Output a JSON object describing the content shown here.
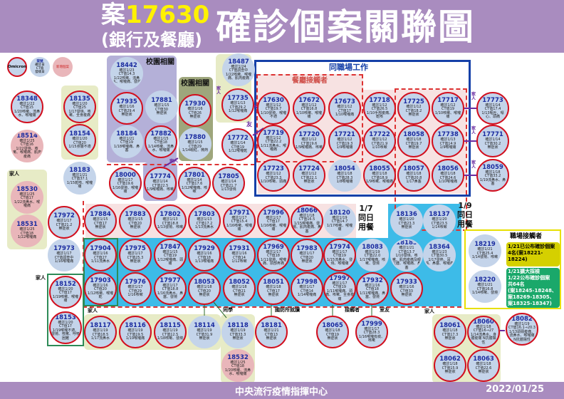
{
  "header": {
    "case_prefix": "案",
    "case_number": "17630",
    "subtitle": "(銀行及餐廳)",
    "title": "確診個案關聯圖"
  },
  "footer": {
    "org": "中央流行疫情指揮中心",
    "date": "2022/01/25"
  },
  "legend": {
    "omicron": "Omicron",
    "case_label": "案號",
    "case_lines": [
      "確診日",
      "CT值",
      "發病日"
    ],
    "new_case": "新增個案"
  },
  "groups": {
    "campus1": "校園相關",
    "campus2": "校園相關",
    "workplace": "同職場工作",
    "restaurant": "餐廳接觸者",
    "meal_1_7": "1/7同日用餐",
    "meal_1_9": "1/9同日用餐",
    "workplace_contacts": "職場接觸者"
  },
  "relations": {
    "family": "家人",
    "friend": "友",
    "classmate": "同學",
    "defense": "國防所就讀",
    "contact": "接觸者",
    "roommate": "室友"
  },
  "workplace_box": {
    "announced": "1/21已公布確診個案4名(案18221-18224)",
    "expanded": [
      "1/21擴大採檢",
      "1/22公布確診個案",
      "共64名",
      "(案18245-18248、",
      "案18269-18305、",
      "案18325-18347)"
    ]
  },
  "colors": {
    "header": "#a98cbf",
    "omicron_border": "#d20f1e",
    "case_bg": "#c4d4ea",
    "new_case_bg": "#e9b6ba",
    "same_meal": "#3dbbe8",
    "workplace_border": "#1540a8"
  },
  "cases": [
    {
      "id": "18348",
      "c": "確診1/22",
      "ct": "CT值15",
      "s": "1/20咳嗽、流鼻水、喉嚨痛",
      "t": "red"
    },
    {
      "id": "18514",
      "c": "確診1/25",
      "ct": "CT值16",
      "s": "1/22發燒、咳嗽、喉嚨痛、肌肉痠痛",
      "t": "pink"
    },
    {
      "id": "18530",
      "c": "確診1/25",
      "ct": "CT值17",
      "s": "1/22流鼻水、喉嚨痛",
      "t": "pink"
    },
    {
      "id": "18531",
      "c": "確診1/25",
      "ct": "CT值18",
      "s": "1/22喉嚨痛",
      "t": "pink"
    },
    {
      "id": "18135",
      "c": "確診1/20",
      "ct": "CT值25",
      "s": "1/17發燒、咳嗽、全身痠痛",
      "t": "red"
    },
    {
      "id": "18154",
      "c": "確診1/20",
      "ct": "CT值20",
      "s": "1/15身體不適",
      "t": "red"
    },
    {
      "id": "18183",
      "c": "確診1/21",
      "ct": "CT值37.1",
      "s": "1/15乾咳、喉嚨痛",
      "t": "blue"
    },
    {
      "id": "18442",
      "c": "確診1/23",
      "ct": "CT值14.3",
      "s": "1/22咳嗽、流鼻水、喉嚨痛、發燒",
      "t": "blue"
    },
    {
      "id": "17935",
      "c": "確診1/16",
      "ct": "CT值29.4",
      "s": "無症狀",
      "t": "red"
    },
    {
      "id": "17881",
      "c": "確診1/15",
      "ct": "CT值30",
      "s": "無症狀",
      "t": "blue"
    },
    {
      "id": "18184",
      "c": "確診1/21",
      "ct": "CT值19",
      "s": "1/18喉嚨痛、鼻塞",
      "t": "blue"
    },
    {
      "id": "17882",
      "c": "確診1/15",
      "ct": "CT值18",
      "s": "1/14咳嗽、流鼻水、喉嚨痛",
      "t": "red"
    },
    {
      "id": "17930",
      "c": "確診1/16",
      "ct": "CT值26",
      "s": "無症狀",
      "t": "red"
    },
    {
      "id": "17880",
      "c": "確診1/15",
      "ct": "CT值29",
      "s": "1/14眼紅、微熱",
      "t": "blue"
    },
    {
      "id": "18487",
      "c": "確診1/24",
      "ct": "CT值調查中",
      "s": "1/22咳嗽、喉嚨痛、肌肉痠痛",
      "t": "blue"
    },
    {
      "id": "17735",
      "c": "確診1/13",
      "ct": "CT值29.2",
      "s": "1/12喉嚨痛",
      "t": "red"
    },
    {
      "id": "17772",
      "c": "確診1/14",
      "ct": "CT值19",
      "s": "1/12喉嚨乾",
      "t": "red"
    },
    {
      "id": "18000",
      "c": "確診1/17",
      "ct": "CT值19.6",
      "s": "1/16發燒、喉嚨痛",
      "t": "red"
    },
    {
      "id": "17774",
      "c": "確診1/14",
      "ct": "CT值22.5",
      "s": "1/9喉嚨痛、咳嗽",
      "t": "red"
    },
    {
      "id": "17801",
      "c": "確診1/14",
      "ct": "CT值17.6",
      "s": "1/12喉嚨痛、咳嗽",
      "t": "red"
    },
    {
      "id": "17805",
      "c": "確診1/14",
      "ct": "CT值21.7",
      "s": "1/13發燒",
      "t": "red"
    },
    {
      "id": "17630",
      "c": "確診1/12",
      "ct": "CT值19.7",
      "s": "1/10發燒、喉嚨不適",
      "t": "red"
    },
    {
      "id": "17672",
      "c": "確診1/12",
      "ct": "CT值16.8",
      "s": "1/10咳嗽、喉嚨痛",
      "t": "red"
    },
    {
      "id": "17673",
      "c": "確診1/12",
      "ct": "CT值17",
      "s": "1/10喉嚨痛",
      "t": "red"
    },
    {
      "id": "17718",
      "c": "確診1/12",
      "ct": "CT值26.5",
      "s": "1/10手部痠痛、乾咳",
      "t": "red"
    },
    {
      "id": "17725",
      "c": "確診1/12",
      "ct": "CT值18.2",
      "s": "無症狀",
      "t": "red"
    },
    {
      "id": "17717",
      "c": "確診1/12",
      "ct": "CT值19",
      "s": "1/10咳嗽、喉嚨痛",
      "t": "red"
    },
    {
      "id": "17719",
      "c": "確診1/12",
      "ct": "CT值22.2",
      "s": "1/11流鼻水、喉嚨痛",
      "t": "red"
    },
    {
      "id": "17720",
      "c": "確診1/12",
      "ct": "CT值19.6",
      "s": "1/9喉嚨痛、咳嗽",
      "t": "red"
    },
    {
      "id": "17721",
      "c": "確診1/12",
      "ct": "CT值19.3",
      "s": "1/9喉嚨痛",
      "t": "red"
    },
    {
      "id": "17722",
      "c": "確診1/12",
      "ct": "CT值21.9",
      "s": "1/10咳嗽",
      "t": "red"
    },
    {
      "id": "18058",
      "c": "確診1/18",
      "ct": "CT值19.7",
      "s": "無症狀",
      "t": "red"
    },
    {
      "id": "17738",
      "c": "確診1/13",
      "ct": "CT值14.9",
      "s": "1/9喉嚨痛",
      "t": "red"
    },
    {
      "id": "17723",
      "c": "確診1/12",
      "ct": "CT值23.3",
      "s": "1/10咳嗽、頭痛",
      "t": "red"
    },
    {
      "id": "17724",
      "c": "確診1/12",
      "ct": "CT值22.1",
      "s": "無症狀",
      "t": "red"
    },
    {
      "id": "18054",
      "c": "確診1/18",
      "ct": "CT值28.3",
      "s": "1/8喉嚨痛",
      "t": "blue"
    },
    {
      "id": "18055",
      "c": "確診1/18",
      "ct": "CT值18.9",
      "s": "1/9咳嗽、喉嚨痛",
      "t": "red"
    },
    {
      "id": "18057",
      "c": "確診1/18",
      "ct": "CT值20.8",
      "s": "1/17鼻塞",
      "t": "red"
    },
    {
      "id": "18056",
      "c": "確診1/18",
      "ct": "CT值24.6",
      "s": "1/10喉嚨痛",
      "t": "red"
    },
    {
      "id": "17773",
      "c": "確診1/14",
      "ct": "CT值17.4",
      "s": "1/13嘔吐、噁心、頭痛",
      "t": "red"
    },
    {
      "id": "17771",
      "c": "確診1/14",
      "ct": "CT值30.2",
      "s": "無症狀",
      "t": "red"
    },
    {
      "id": "18059",
      "c": "確診1/18",
      "ct": "CT值33.2",
      "s": "1/19流鼻水、鼻塞",
      "t": "red"
    },
    {
      "id": "17972",
      "c": "確診1/17",
      "ct": "CT值21.2",
      "s": "無症狀",
      "t": "red"
    },
    {
      "id": "17884",
      "c": "確診1/15",
      "ct": "CT值17",
      "s": "無症狀",
      "t": "red"
    },
    {
      "id": "17883",
      "c": "確診1/15",
      "ct": "CT值20",
      "s": "無症狀",
      "t": "red"
    },
    {
      "id": "17802",
      "c": "確診1/13",
      "ct": "CT值18.8",
      "s": "1/13發燒、咳嗽",
      "t": "red"
    },
    {
      "id": "17803",
      "c": "確診1/13",
      "ct": "CT值17.2",
      "s": "1/13流鼻水",
      "t": "red"
    },
    {
      "id": "17971",
      "c": "確診1/17",
      "ct": "CT值15.4",
      "s": "1/16咳嗽、喉嚨痛",
      "t": "red"
    },
    {
      "id": "17996",
      "c": "確診1/17",
      "ct": "CT值17",
      "s": "1/16咳嗽、喉嚨痛",
      "t": "red"
    },
    {
      "id": "18066",
      "c": "確診1/18",
      "ct": "CT值16.5",
      "s": "1/15喉嚨痛、發燒、肌肉痠痛、鼻塞",
      "t": "red"
    },
    {
      "id": "18120",
      "c": "確診1/19",
      "ct": "CT值14.7",
      "s": "1/17咳嗽、喉嚨痛",
      "t": "blue"
    },
    {
      "id": "18136",
      "c": "確診1/20",
      "ct": "CT值23.3",
      "s": "無症狀",
      "t": "blue"
    },
    {
      "id": "18137",
      "c": "確診1/20",
      "ct": "CT值23.5",
      "s": "1/14咳嗽",
      "t": "blue"
    },
    {
      "id": "17973",
      "c": "確診1/17",
      "ct": "CT值調查中",
      "s": "1/16喉嚨痛",
      "t": "blue"
    },
    {
      "id": "17904",
      "c": "確診1/16",
      "ct": "CT值27",
      "s": "1/11流鼻水",
      "t": "red"
    },
    {
      "id": "17975",
      "c": "確診1/17",
      "ct": "CT值25.3",
      "s": "無症狀",
      "t": "red"
    },
    {
      "id": "17847",
      "c": "確診1/15",
      "ct": "CT值19",
      "s": "1/12喉嚨痛、頭痛",
      "t": "red"
    },
    {
      "id": "17929",
      "c": "確診1/16",
      "ct": "CT值18",
      "s": "1/13喉嚨痛",
      "t": "red"
    },
    {
      "id": "17931",
      "c": "確診1/16",
      "ct": "CT值14",
      "s": "1/12咳嗽",
      "t": "red"
    },
    {
      "id": "17969",
      "c": "確診1/17",
      "ct": "CT值18",
      "s": "1/11發燒、喉嚨痛、頭部疼痛",
      "t": "red"
    },
    {
      "id": "17983",
      "c": "確診1/17",
      "ct": "CT值20",
      "s": "無症狀",
      "t": "red"
    },
    {
      "id": "17974",
      "c": "確診1/17",
      "ct": "CT值19",
      "s": "1/15流鼻水、發燒、喉嚨痛",
      "t": "red"
    },
    {
      "id": "18083",
      "c": "確診1/19",
      "ct": "CT值22.0",
      "s": "1/17喉嚨痛、咳嗽、發燒",
      "t": "blue"
    },
    {
      "id": "18185",
      "c": "確診1/21",
      "ct": "CT值13.7",
      "s": "1/10發燒、咳嗽、肌肉痠痛及眼紅腫、喉嚨痛、鼻塞",
      "t": "blue"
    },
    {
      "id": "18364",
      "c": "確診1/23",
      "ct": "CT值30.5",
      "s": "1/17發熱、耳鳴、鼻塞、喉嚨痛",
      "t": "blue"
    },
    {
      "id": "18152",
      "c": "確診1/20",
      "ct": "CT值17",
      "s": "1/19咳嗽、喉嚨痛",
      "t": "red"
    },
    {
      "id": "17903",
      "c": "確診1/16",
      "ct": "CT值20",
      "s": "1/12咳嗽、喉嚨乾",
      "t": "red"
    },
    {
      "id": "17976",
      "c": "確診1/17",
      "ct": "CT值29",
      "s": "1/16咳嗽",
      "t": "red"
    },
    {
      "id": "17977",
      "c": "確診1/17",
      "ct": "CT值18.8",
      "s": "1/16流鼻水、鼻塞、發燒",
      "t": "red"
    },
    {
      "id": "18053",
      "c": "確診1/18",
      "ct": "CT值20",
      "s": "無症狀",
      "t": "red"
    },
    {
      "id": "18052",
      "c": "確診1/18",
      "ct": "CT值21",
      "s": "無症狀",
      "t": "red"
    },
    {
      "id": "18051",
      "c": "確診1/18",
      "ct": "CT值17",
      "s": "無症狀",
      "t": "red"
    },
    {
      "id": "17998",
      "c": "確診1/17",
      "ct": "CT值14",
      "s": "1/14喉嚨痛",
      "t": "red"
    },
    {
      "id": "17997",
      "c": "確診1/17",
      "ct": "CT值19",
      "s": "1/11喉嚨痛、頭痛、咳嗽、全身痠痛",
      "t": "red"
    },
    {
      "id": "17932",
      "c": "確診1/16",
      "ct": "CT值18",
      "s": "1/11喉嚨痛、鼻塞、發燒",
      "t": "red"
    },
    {
      "id": "17933",
      "c": "確診1/16",
      "ct": "CT值33",
      "s": "無症狀",
      "t": "red"
    },
    {
      "id": "18219",
      "c": "確診1/21",
      "ct": "CT值25.4",
      "s": "1/14發燒、咳嗽",
      "t": "blue"
    },
    {
      "id": "18220",
      "c": "確診1/21",
      "ct": "CT值16.8",
      "s": "1/14咳嗽、發燒",
      "t": "blue"
    },
    {
      "id": "18153",
      "c": "確診1/20",
      "ct": "CT值17",
      "s": "1/19喉嚨不適、發燒、咳嗽、呼吸困難",
      "t": "red"
    },
    {
      "id": "18117",
      "c": "確診1/19",
      "ct": "CT值18.5",
      "s": "1/17流鼻水",
      "t": "red"
    },
    {
      "id": "18116",
      "c": "確診1/19",
      "ct": "CT值19.5",
      "s": "1/19喉嚨痛",
      "t": "red"
    },
    {
      "id": "18115",
      "c": "確診1/19",
      "ct": "CT值12.5",
      "s": "1/18咳嗽、發燒",
      "t": "red"
    },
    {
      "id": "18114",
      "c": "確診1/19",
      "ct": "CT值31.9",
      "s": "無症狀",
      "t": "blue"
    },
    {
      "id": "18118",
      "c": "確診1/19",
      "ct": "CT值33.3",
      "s": "無症狀",
      "t": "blue"
    },
    {
      "id": "18532",
      "c": "確診1/25",
      "ct": "CT值18",
      "s": "1/20咳嗽、流鼻水、喉嚨痛",
      "t": "pink"
    },
    {
      "id": "18181",
      "c": "確診1/21",
      "ct": "CT值13",
      "s": "無症狀",
      "t": "red"
    },
    {
      "id": "18065",
      "c": "確診1/18",
      "ct": "CT值19",
      "s": "無症狀",
      "t": "red"
    },
    {
      "id": "17999",
      "c": "確診1/17",
      "ct": "CT值28.3",
      "s": "1/16喉嚨有痰、咳嗽",
      "t": "red"
    },
    {
      "id": "18061",
      "c": "確診1/18",
      "ct": "CT值17.3",
      "s": "無症狀",
      "t": "red"
    },
    {
      "id": "18060",
      "c": "確診1/18",
      "ct": "CT值16→27",
      "s": "1/14流鼻水、身體痠痛 N抗體陽性",
      "t": "red"
    },
    {
      "id": "18082",
      "c": "確診1/19",
      "ct": "CT值16.1→20.3",
      "s": "1/13頭頸痠痛、流鼻水、喉嚨痛 N抗體陽性",
      "t": "red"
    },
    {
      "id": "18062",
      "c": "確診1/18",
      "ct": "CT值15.9",
      "s": "無症狀",
      "t": "red"
    },
    {
      "id": "18063",
      "c": "確診1/18",
      "ct": "CT值22.6",
      "s": "無症狀",
      "t": "red"
    }
  ]
}
